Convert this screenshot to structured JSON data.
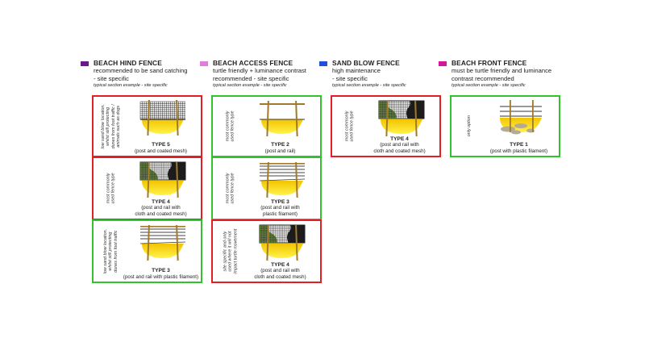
{
  "columns": [
    {
      "id": "beach-hind-fence",
      "swatch_color": "#6a1a8c",
      "title": "BEACH HIND FENCE",
      "description_lines": [
        "recommended to be sand catching",
        "- site specific"
      ],
      "typical_note": "typical section example - site specific",
      "cards": [
        {
          "status": "red",
          "status_color": "#e31e24",
          "note": "low sand blow location,\nwhilst still protecting\ndunes from foot traffic /\nanimals such as dogs",
          "type": "TYPE 5",
          "caption": "(post and coated mesh)",
          "figure": "mesh"
        },
        {
          "status": "red",
          "status_color": "#e31e24",
          "note": "most commonly\nused fence type",
          "type": "TYPE 4",
          "caption": "(post and rail with\ncloth and coated mesh)",
          "figure": "cloth-mesh"
        },
        {
          "status": "green",
          "status_color": "#32c22e",
          "note": "low sand blow location,\nwhilst still protecting\ndunes from foot traffic",
          "type": "TYPE 3",
          "caption": "(post and rail with plastic filament)",
          "figure": "filament"
        }
      ]
    },
    {
      "id": "beach-access-fence",
      "swatch_color": "#e07be0",
      "title": "BEACH ACCESS FENCE",
      "description_lines": [
        "turtle friendly + luminance contrast",
        "recommended - site specific"
      ],
      "typical_note": "typical section example - site specific",
      "cards": [
        {
          "status": "green",
          "status_color": "#32c22e",
          "note": "most commonly\nused fence type",
          "type": "TYPE 2",
          "caption": "(post and rail)",
          "figure": "rail"
        },
        {
          "status": "green",
          "status_color": "#32c22e",
          "note": "most commonly\nused fence type",
          "type": "TYPE 3",
          "caption": "(post and rail with\nplastic filament)",
          "figure": "filament"
        },
        {
          "status": "red",
          "status_color": "#e31e24",
          "note": "site specific and only\nused where it will not\nimpact turtle movement",
          "type": "TYPE 4",
          "caption": "(post and rail with\ncloth and coated mesh)",
          "figure": "cloth-mesh"
        }
      ]
    },
    {
      "id": "sand-blow-fence",
      "swatch_color": "#1f4fe0",
      "title": "SAND BLOW FENCE",
      "description_lines": [
        "high maintenance",
        "- site specific"
      ],
      "typical_note": "typical section example - site specific",
      "cards": [
        {
          "status": "red",
          "status_color": "#e31e24",
          "note": "most commonly\nused fence type",
          "type": "TYPE 4",
          "caption": "(post and rail with\ncloth and coated mesh)",
          "figure": "cloth-mesh"
        }
      ]
    },
    {
      "id": "beach-front-fence",
      "swatch_color": "#d4159e",
      "title": "BEACH FRONT FENCE",
      "description_lines": [
        "must be turtle friendly and luminance",
        "contrast recommended"
      ],
      "typical_note": "typical section example - site specific",
      "cards": [
        {
          "status": "green",
          "status_color": "#32c22e",
          "note": "only option",
          "type": "TYPE 1",
          "caption": "(post with plastic filament)",
          "figure": "post-filament"
        }
      ]
    }
  ],
  "colors": {
    "post": "#a07a2a",
    "sand_top": "#f3c400",
    "sand_bottom": "#fff34a",
    "mesh": "#222222",
    "cloth": "#6a8f3a",
    "rock": "#b5aa92"
  }
}
